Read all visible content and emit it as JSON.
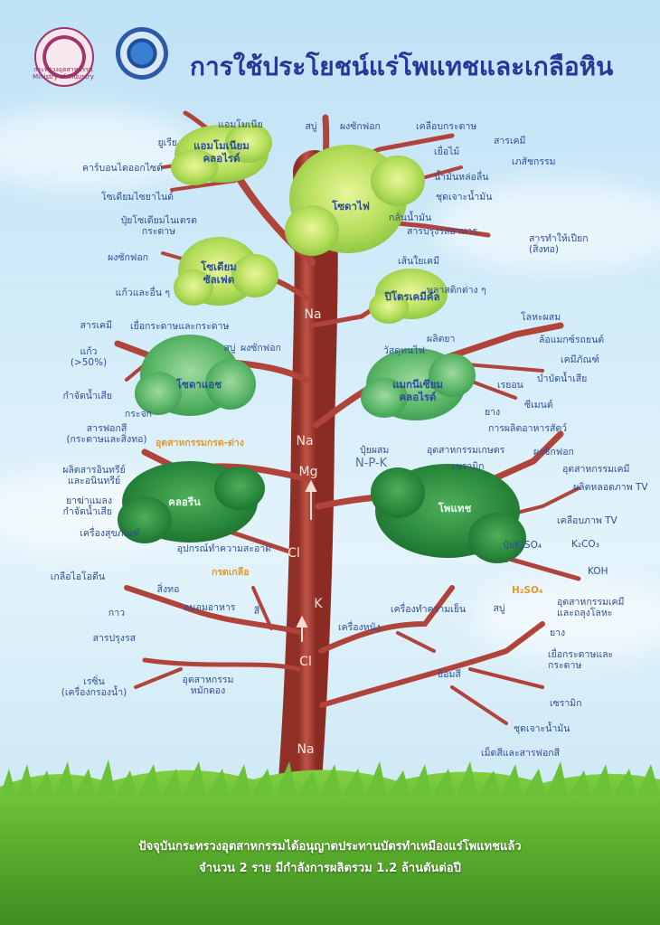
{
  "header": {
    "title": "การใช้ประโยชน์แร่โพแทชและเกลือหิน",
    "logo_left_text": "กระทรวงอุตสาหกรรม\nMinistry of Industry"
  },
  "tree": {
    "blobs": [
      {
        "text": "แอมโมเนียม\nคลอไรด์"
      },
      {
        "text": "โซดาไฟ"
      },
      {
        "text": "โซเดียม\nซัลเฟต"
      },
      {
        "text": "ปิโตรเคมีคัล"
      },
      {
        "text": "โซดาแอช"
      },
      {
        "text": "แมกนีเซียม\nคลอไรด์"
      },
      {
        "text": "คลอรีน"
      },
      {
        "text": "โพแทช"
      }
    ],
    "trunk_elements": [
      "Na",
      "Na",
      "Mg",
      "Cl",
      "K",
      "Cl",
      "Na"
    ],
    "labels": [
      "แอมโมเนีย",
      "ยูเรีย",
      "คาร์บอนไดออกไซด์",
      "โซเดียมไซยาไนด์",
      "ปุ๋ยโซเดียมไนเตรต",
      "สบู่",
      "ผงซักฟอก",
      "เคลือบกระดาษ",
      "เยื่อไม้",
      "สารเคมี",
      "เภสัชกรรม",
      "น้ำมันหล่อลื่น",
      "ชุดเจาะน้ำมัน",
      "กลั่นน้ำมัน",
      "สารปรุงรสอาหาร",
      "สารทำให้เปียก\n(สิ่งทอ)",
      "เส้นใยเคมี",
      "กระดาษ",
      "ผงซักฟอก",
      "แก้วและอื่น ๆ",
      "พลาสติกต่าง ๆ",
      "โลหะผสม",
      "ผลิตยา",
      "ล้อแมกซ์รถยนต์",
      "วัสดุทนไฟ",
      "เคมีภัณฑ์",
      "บำบัดน้ำเสีย",
      "เรยอน",
      "ซีเมนต์",
      "ยาง",
      "การผลิตอาหารสัตว์",
      "สารเคมี",
      "เยื่อกระดาษและกระดาษ",
      "สบู่",
      "ผงซักฟอก",
      "แก้ว\n(>50%)",
      "กำจัดน้ำเสีย",
      "กระจก",
      "สารฟอกสี\n(กระดาษและสิ่งทอ)",
      "อุตสาหกรรมกรด-ด่าง",
      "ผลิตสารอินทรีย์\nและอนินทรีย์",
      "ยาฆ่าแมลง\nกำจัดน้ำเสีย",
      "เครื่องสุขภัณฑ์",
      "อุปกรณ์ทำความสะอาด",
      "กรดเกลือ",
      "ปุ๋ยผสม",
      "N-P-K",
      "อุตสาหกรรมเกษตร",
      "ผงซักฟอก",
      "เซรามิก",
      "อุตสาหกรรมเคมี",
      "ผลิตหลอดภาพ TV",
      "เคลือบภาพ TV",
      "ปุ๋ยK₂SO₄",
      "K₂CO₃",
      "KOH",
      "H₂SO₄",
      "อุตสาหกรรมเคมี\nและถลุงโลหะ",
      "เกลือไอโอดีน",
      "สิ่งทอ",
      "ถนอมอาหาร",
      "สี",
      "กาว",
      "สารปรุงรส",
      "เครื่องทำความเย็น",
      "เครื่องหนัง",
      "สบู่",
      "ยาง",
      "ย้อมสี",
      "เยื่อกระดาษและ\nกระดาษ",
      "เรซิ่น\n(เครื่องกรองน้ำ)",
      "อุตสาหกรรม\nหมักดอง",
      "เซรามิก",
      "ชุดเจาะน้ำมัน",
      "เม็ดสีและสารฟอกสี"
    ]
  },
  "footer": {
    "line1": "ปัจจุบันกระทรวงอุตสาหกรรมได้อนุญาตประทานบัตรทำเหมืองแร่โพแทชแล้ว",
    "line2": "จำนวน 2 ราย มีกำลังการผลิตรวม 1.2 ล้านตันต่อปี"
  },
  "colors": {
    "title": "#24389a",
    "trunk": "#b5463a",
    "label": "#2e4f9a",
    "accent": "#e39a2a",
    "grass": "#5fb332"
  }
}
